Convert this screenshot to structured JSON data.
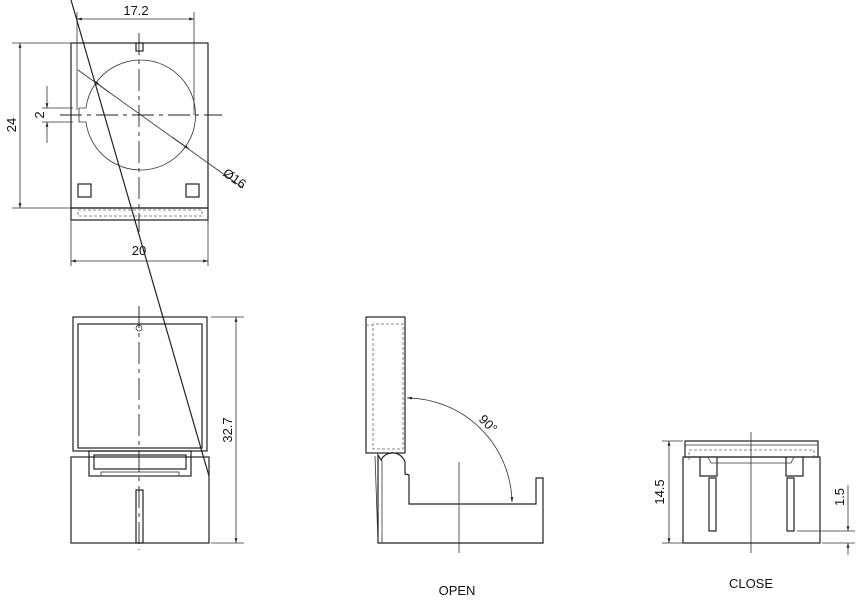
{
  "top_view": {
    "dim_width_inner": "17.2",
    "dim_height": "24",
    "dim_notch": "2",
    "dim_width": "20",
    "dim_diameter": "Ø16"
  },
  "front_view": {
    "dim_height": "32.7"
  },
  "open_view": {
    "label": "OPEN",
    "dim_angle": "90°"
  },
  "close_view": {
    "label": "CLOSE",
    "dim_height": "14.5",
    "dim_pin": "1.5"
  }
}
